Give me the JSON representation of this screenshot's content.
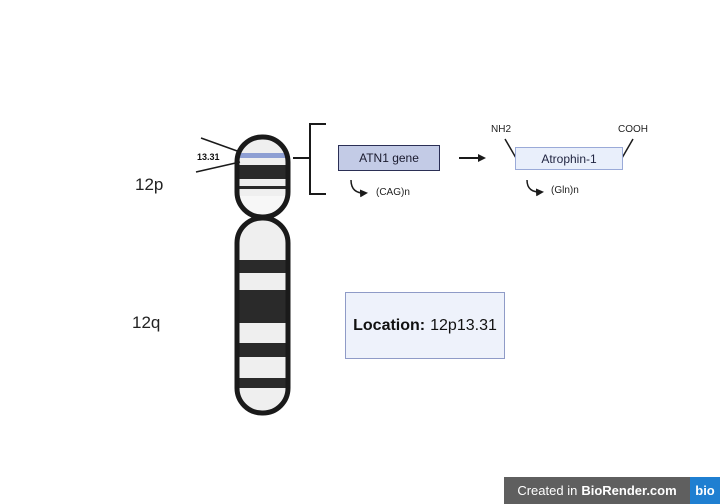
{
  "chromosome": {
    "p_arm_label": "12p",
    "q_arm_label": "12q",
    "band_label": "13.31"
  },
  "gene": {
    "label": "ATN1 gene",
    "repeat": "(CAG)n"
  },
  "protein": {
    "label": "Atrophin-1",
    "repeat": "(Gln)n",
    "n_terminus": "NH2",
    "c_terminus": "COOH"
  },
  "location": {
    "title": "Location:",
    "value": "12p13.31"
  },
  "credit": {
    "prefix": "Created in",
    "brand": "BioRender.com",
    "logo": "bio"
  },
  "colors": {
    "outline": "#1a1a1a",
    "dark_band": "#2a2a2a",
    "light_band": "#efefef",
    "gene_fill": "#c3cbe6",
    "protein_fill": "#e9effb",
    "band_highlight": "#8e9fd3"
  },
  "icons": [
    "curved-arrow-icon",
    "right-arrow-icon",
    "bracket-icon"
  ]
}
